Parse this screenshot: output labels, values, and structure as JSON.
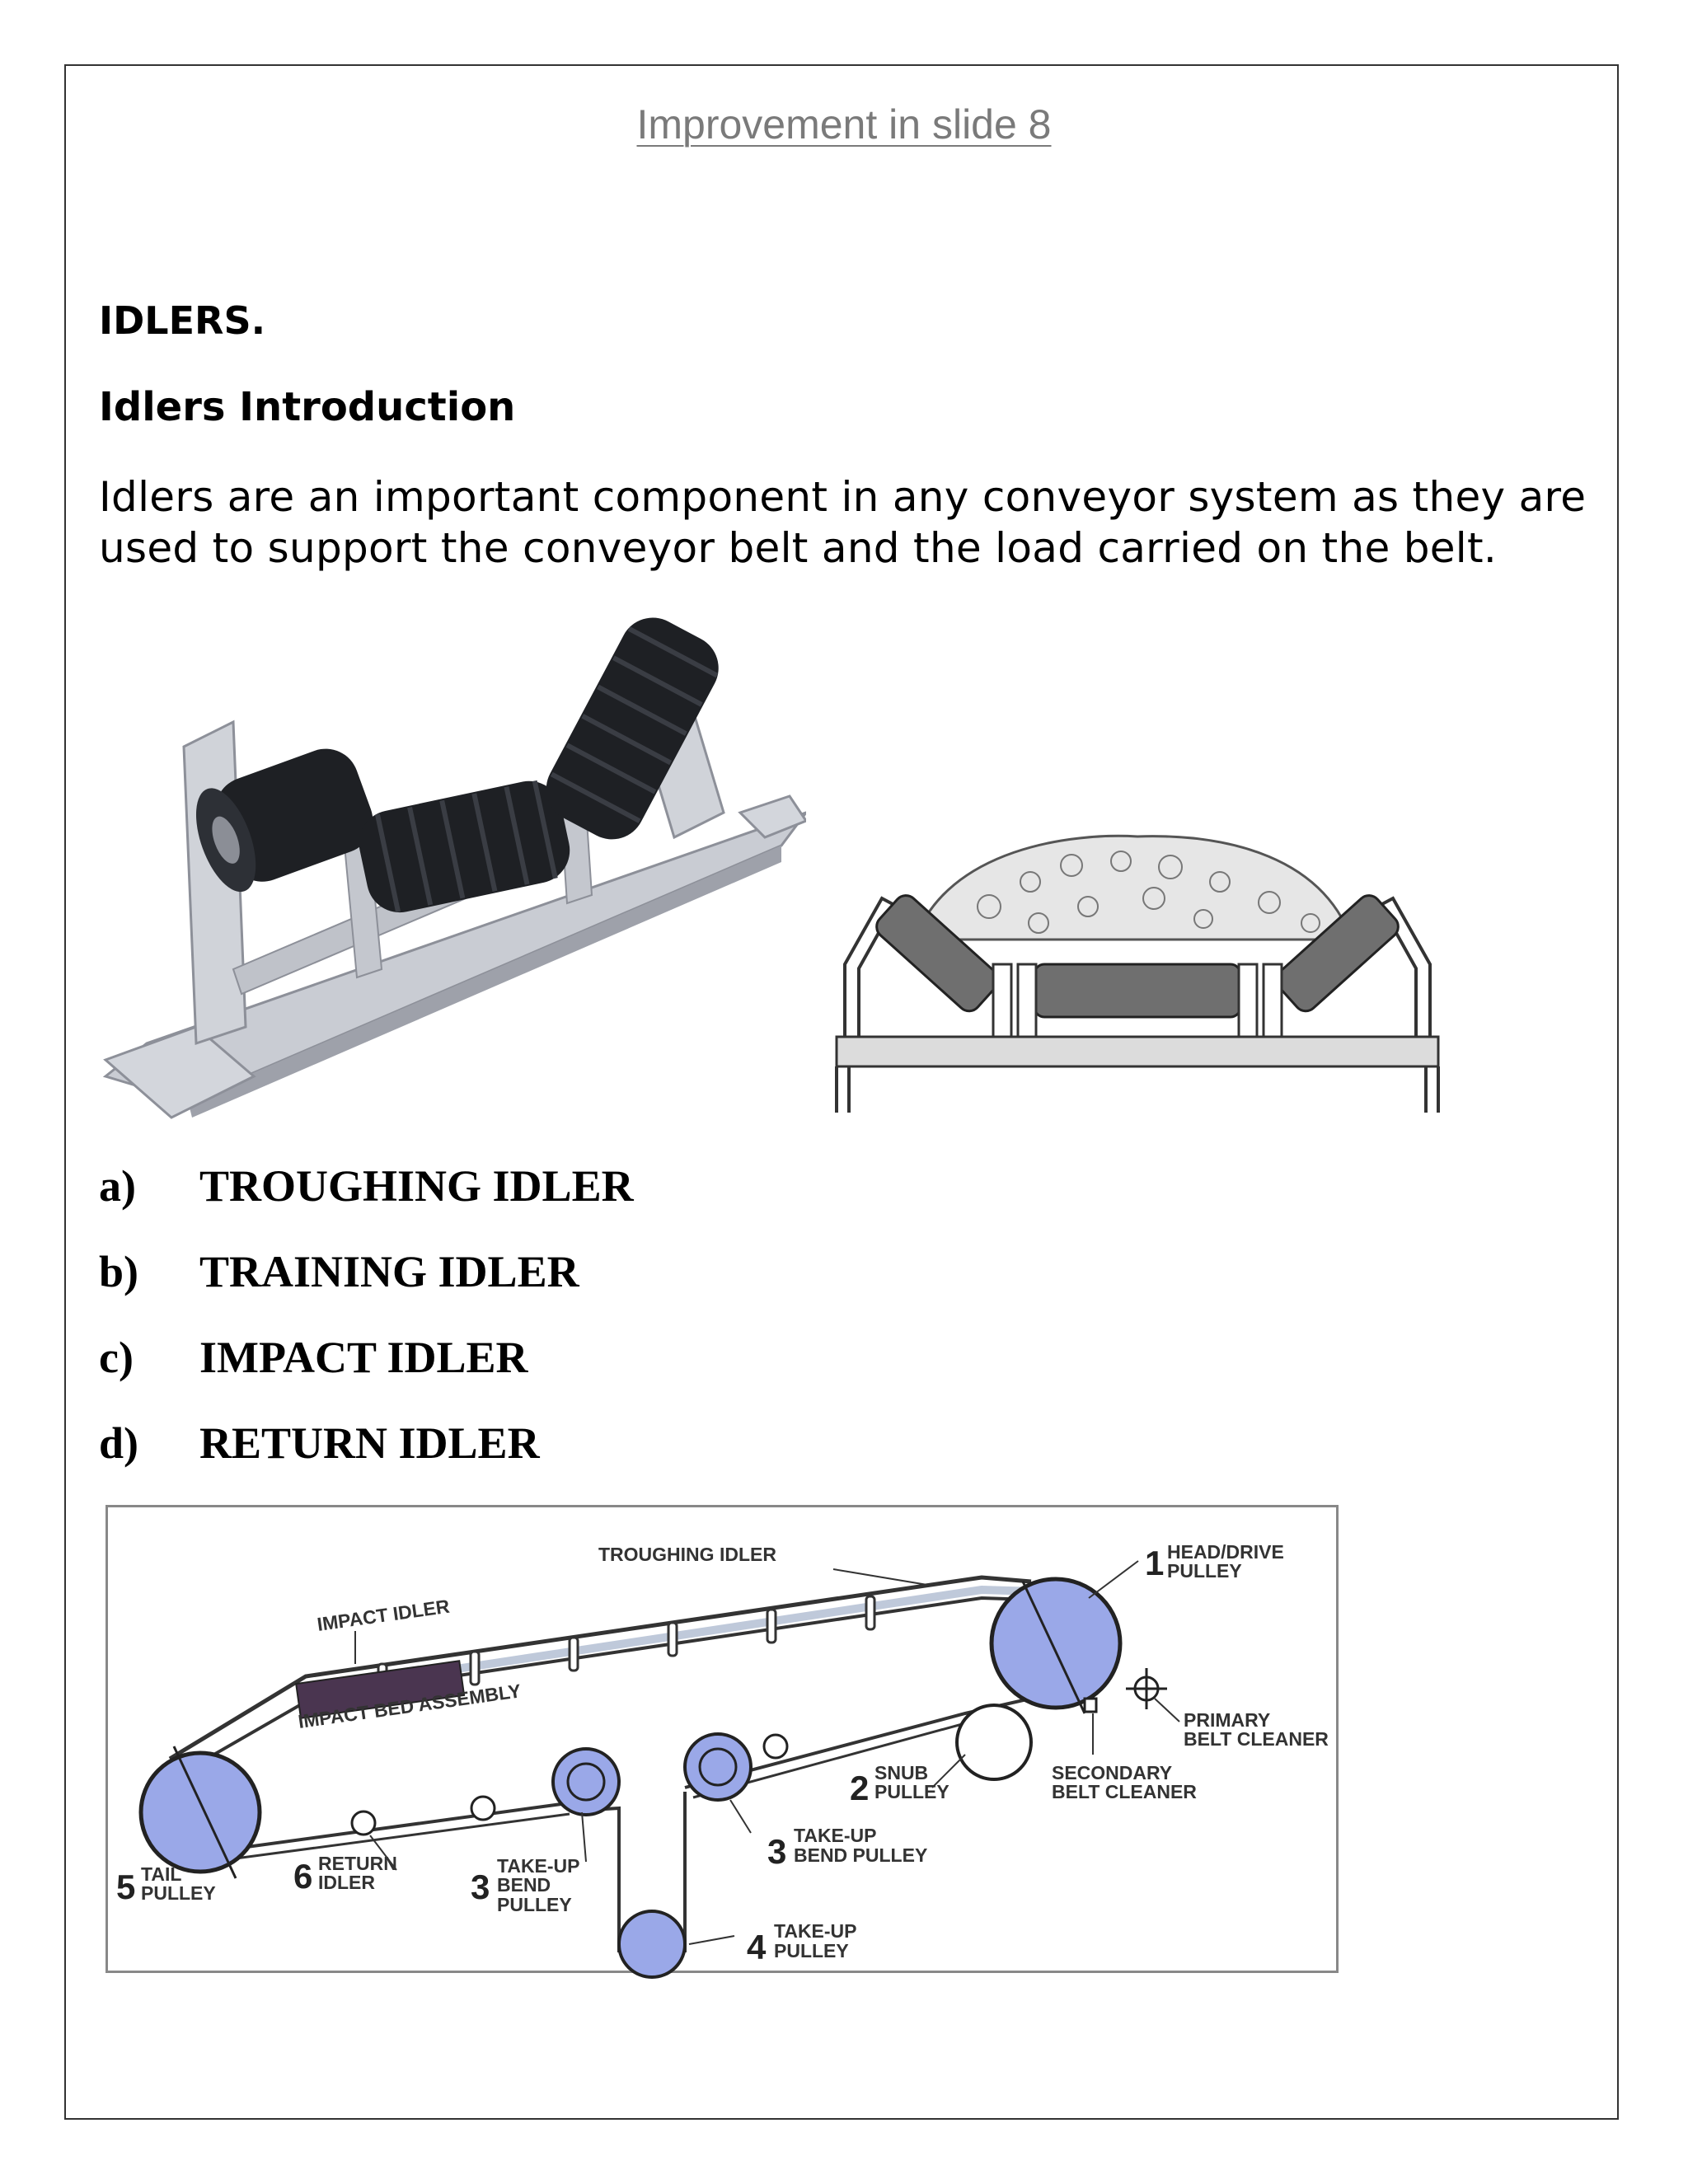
{
  "document": {
    "heading": "Improvement in slide 8",
    "section_title": "IDLERS.",
    "subtitle": "Idlers Introduction",
    "intro": "Idlers are an important component in any conveyor system as they are used to support the conveyor belt and the load carried on the belt."
  },
  "idler_types": [
    {
      "letter": "a)",
      "name": "TROUGHING IDLER"
    },
    {
      "letter": "b)",
      "name": "TRAINING IDLER"
    },
    {
      "letter": "c)",
      "name": "IMPACT IDLER"
    },
    {
      "letter": "d)",
      "name": "RETURN IDLER"
    }
  ],
  "diagram": {
    "troughing": "TROUGHING IDLER",
    "impact": "IMPACT IDLER",
    "impact_bed": "IMPACT BED ASSEMBLY",
    "head_num": "1",
    "head_l1": "HEAD/DRIVE",
    "head_l2": "PULLEY",
    "primary_l1": "PRIMARY",
    "primary_l2": "BELT CLEANER",
    "secondary_l1": "SECONDARY",
    "secondary_l2": "BELT CLEANER",
    "snub_num": "2",
    "snub_l1": "SNUB",
    "snub_l2": "PULLEY",
    "bend_r_num": "3",
    "bend_r_l1": "TAKE-UP",
    "bend_r_l2": "BEND PULLEY",
    "takeup_num": "4",
    "takeup_l1": "TAKE-UP",
    "takeup_l2": "PULLEY",
    "tail_num": "5",
    "tail_l1": "TAIL",
    "tail_l2": "PULLEY",
    "return_num": "6",
    "return_l1": "RETURN",
    "return_l2": "IDLER",
    "bend_l_num": "3",
    "bend_l_l1": "TAKE-UP",
    "bend_l_l2": "BEND",
    "bend_l_l3": "PULLEY"
  },
  "colors": {
    "pulley_fill": "#9aa8e8",
    "roller": "#1e2024",
    "frame": "#c9ccd3"
  }
}
